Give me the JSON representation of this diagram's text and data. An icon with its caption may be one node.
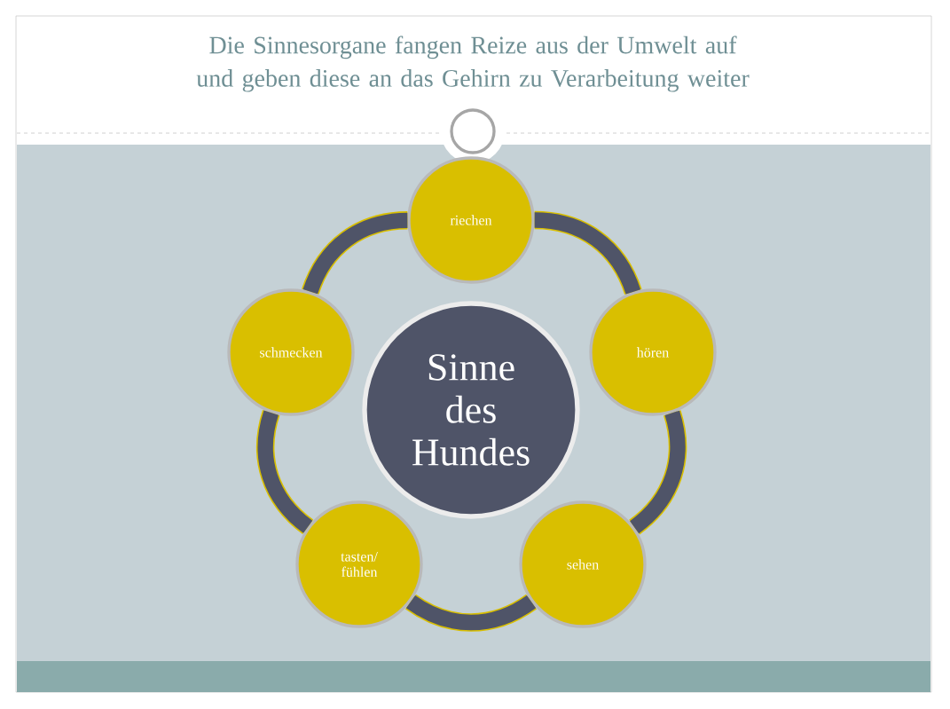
{
  "diagram": {
    "title": "Die Sinnesorgane fangen Reize aus der Umwelt auf und geben diese an das Gehirn zu Verarbeitung weiter",
    "nodes": [
      {
        "text": [
          "Sinne des Hundes"
        ]
      },
      {
        "text": [
          "riechen"
        ]
      },
      {
        "text": [
          "hören"
        ]
      },
      {
        "text": [
          "sehen"
        ]
      },
      {
        "text": [
          "tasten/ fühlen"
        ]
      },
      {
        "text": [
          "schmecken"
        ]
      }
    ],
    "edges": [
      {
        "from": 1,
        "to": 2,
        "arrow": "none"
      },
      {
        "from": 2,
        "to": 3,
        "arrow": "none"
      },
      {
        "from": 3,
        "to": 4,
        "arrow": "none"
      },
      {
        "from": 4,
        "to": 5,
        "arrow": "none"
      },
      {
        "from": 5,
        "to": 1,
        "arrow": "none"
      }
    ]
  }
}
